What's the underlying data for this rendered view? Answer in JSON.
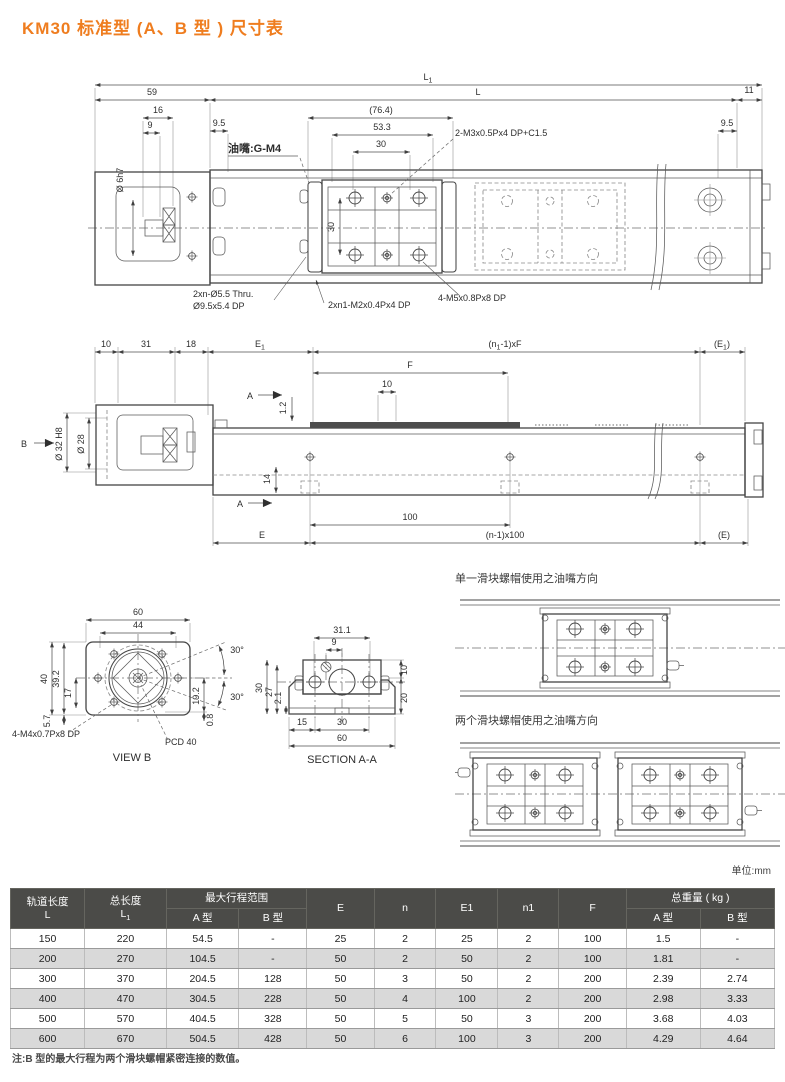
{
  "title": "KM30 标准型 (A、B 型 ) 尺寸表",
  "unit_note": "单位:mm",
  "footnote": "注:B 型的最大行程为两个滑块螺帽紧密连接的数值。",
  "colors": {
    "accent": "#ef7d1f",
    "table_header_bg": "#4b4b48",
    "row_alt_bg": "#d9d9d9",
    "line": "#454545"
  },
  "top_view": {
    "l1": {
      "main": "L",
      "sub": "1"
    },
    "l": "L",
    "d59": "59",
    "d11": "11",
    "d16": "16",
    "d9": "9",
    "d95_left": "9.5",
    "d95_right": "9.5",
    "d76": "(76.4)",
    "d53": "53.3",
    "d30": "30",
    "d30_block": "30",
    "shaft_dia": "Ø 6h7",
    "grease_label": "油嘴:G-M4",
    "tap_top": "2-M3x0.5Px4 DP+C1.5",
    "thru_line1": "2xn-Ø5.5 Thru.",
    "thru_line2": "Ø9.5x5.4 DP",
    "tap_mid": "2xn1-M2x0.4Px4 DP",
    "tap_right": "4-M5x0.8Px8 DP"
  },
  "side_view": {
    "d10": "10",
    "d31": "31",
    "d18": "18",
    "e1": {
      "main": "E",
      "sub": "1"
    },
    "n1f": {
      "pre": "(n",
      "sub": "1",
      "post": "-1)xF"
    },
    "e1_paren": {
      "pre": "(E",
      "sub": "1",
      "post": ")"
    },
    "f": "F",
    "d10_small": "10",
    "d1_2": "1.2",
    "section_arrow": "A",
    "view_arrow": "B",
    "bore": "Ø 32 H8",
    "d28": "Ø 28",
    "d14": "14",
    "d100": "100",
    "e": "E",
    "n100": "(n-1)x100",
    "e_paren": "(E)"
  },
  "view_b": {
    "caption": "VIEW B",
    "d60": "60",
    "d44": "44",
    "d40": "40",
    "d39_2": "39.2",
    "d17": "17",
    "d5_7": "5.7",
    "angle_upper": "30°",
    "angle_lower": "30°",
    "d19_2": "19.2",
    "d0_8": "0.8",
    "tap": "4-M4x0.7Px8 DP",
    "pcd": "PCD 40"
  },
  "section_aa": {
    "caption": "SECTION A-A",
    "d31_1": "31.1",
    "d9": "9",
    "d30_left": "30",
    "d27": "27",
    "d2_1": "2.1",
    "d10": "10",
    "d20": "20",
    "d15": "15",
    "d30_bottom": "30",
    "d60": "60"
  },
  "grease_views": {
    "single_caption": "单一滑块螺帽使用之油嘴方向",
    "double_caption": "两个滑块螺帽使用之油嘴方向"
  },
  "table": {
    "headers": {
      "rail_length": "轨道长度",
      "rail_length_sym": "L",
      "total_length": "总长度",
      "total_length_sym": {
        "main": "L",
        "sub": "1"
      },
      "stroke_group": "最大行程范围",
      "type_a": "A 型",
      "type_b": "B 型",
      "e": "E",
      "n": "n",
      "e1": "E1",
      "n1": "n1",
      "f": "F",
      "weight_group": "总重量 ( kg )",
      "weight_a": "A 型",
      "weight_b": "B 型"
    },
    "rows": [
      [
        "150",
        "220",
        "54.5",
        "-",
        "25",
        "2",
        "25",
        "2",
        "100",
        "1.5",
        "-"
      ],
      [
        "200",
        "270",
        "104.5",
        "-",
        "50",
        "2",
        "50",
        "2",
        "100",
        "1.81",
        "-"
      ],
      [
        "300",
        "370",
        "204.5",
        "128",
        "50",
        "3",
        "50",
        "2",
        "200",
        "2.39",
        "2.74"
      ],
      [
        "400",
        "470",
        "304.5",
        "228",
        "50",
        "4",
        "100",
        "2",
        "200",
        "2.98",
        "3.33"
      ],
      [
        "500",
        "570",
        "404.5",
        "328",
        "50",
        "5",
        "50",
        "3",
        "200",
        "3.68",
        "4.03"
      ],
      [
        "600",
        "670",
        "504.5",
        "428",
        "50",
        "6",
        "100",
        "3",
        "200",
        "4.29",
        "4.64"
      ]
    ]
  }
}
